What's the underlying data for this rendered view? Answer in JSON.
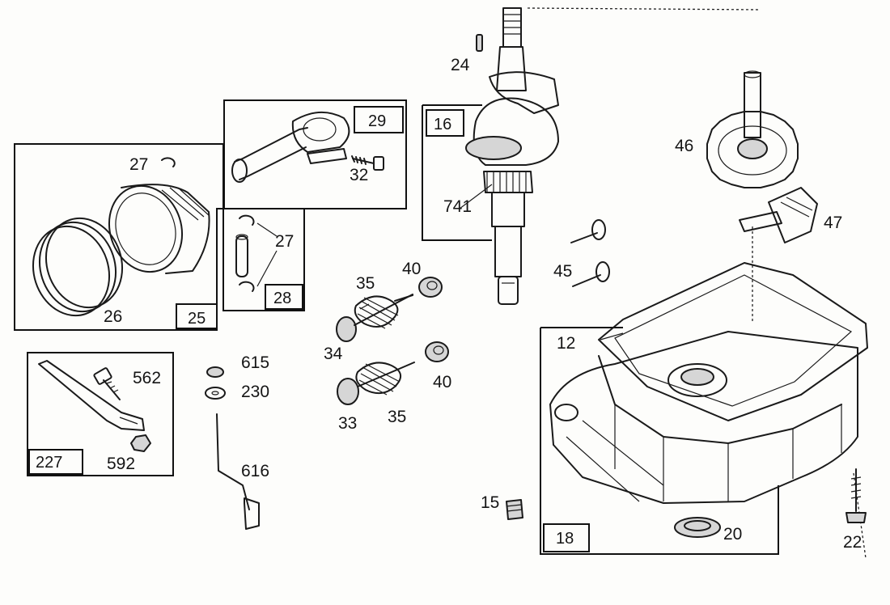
{
  "diagram": {
    "callouts": {
      "p24": "24",
      "p16": "16",
      "p741": "741",
      "p29": "29",
      "p32": "32",
      "p27a": "27",
      "p27b": "27",
      "p28": "28",
      "p25": "25",
      "p26": "26",
      "p35a": "35",
      "p35b": "35",
      "p40a": "40",
      "p40b": "40",
      "p34": "34",
      "p33": "33",
      "p45": "45",
      "p46": "46",
      "p47": "47",
      "p12": "12",
      "p18": "18",
      "p15": "15",
      "p20": "20",
      "p22": "22",
      "p615": "615",
      "p230": "230",
      "p616": "616",
      "p562": "562",
      "p592": "592",
      "p227": "227"
    }
  }
}
